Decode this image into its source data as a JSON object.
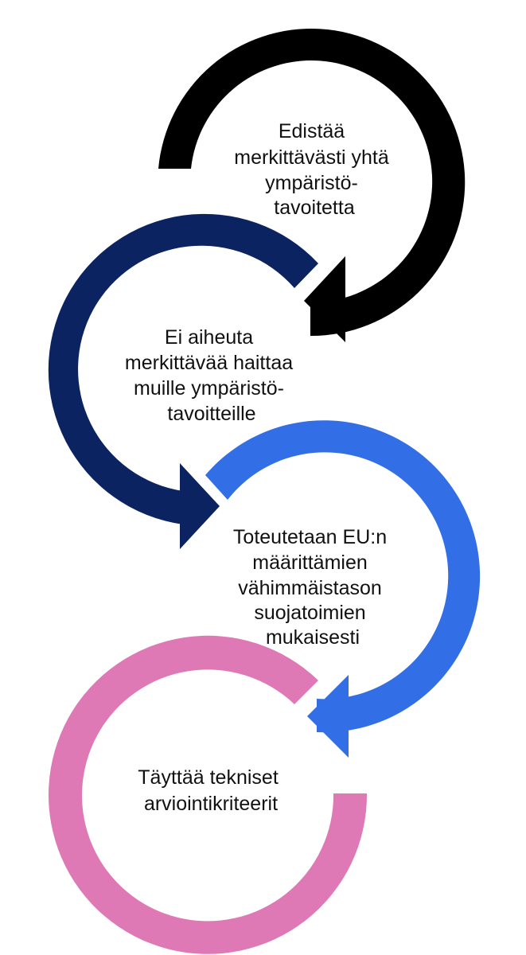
{
  "diagram": {
    "steps": [
      {
        "lines": [
          "Edistää",
          "merkittävästi yhtä",
          "ympäristö-",
          "tavoitetta"
        ],
        "color": "#000000"
      },
      {
        "lines": [
          "Ei aiheuta",
          "merkittävää haittaa",
          "muille ympäristö-",
          "tavoitteille"
        ],
        "color": "#0B2461"
      },
      {
        "lines": [
          "Toteutetaan EU:n",
          "määrittämien",
          "vähimmäistason",
          "suojatoimien",
          "mukaisesti"
        ],
        "color": "#326EE6"
      },
      {
        "lines": [
          "Täyttää tekniset",
          "arviointikriteerit"
        ],
        "color": "#DE79B6"
      }
    ]
  }
}
